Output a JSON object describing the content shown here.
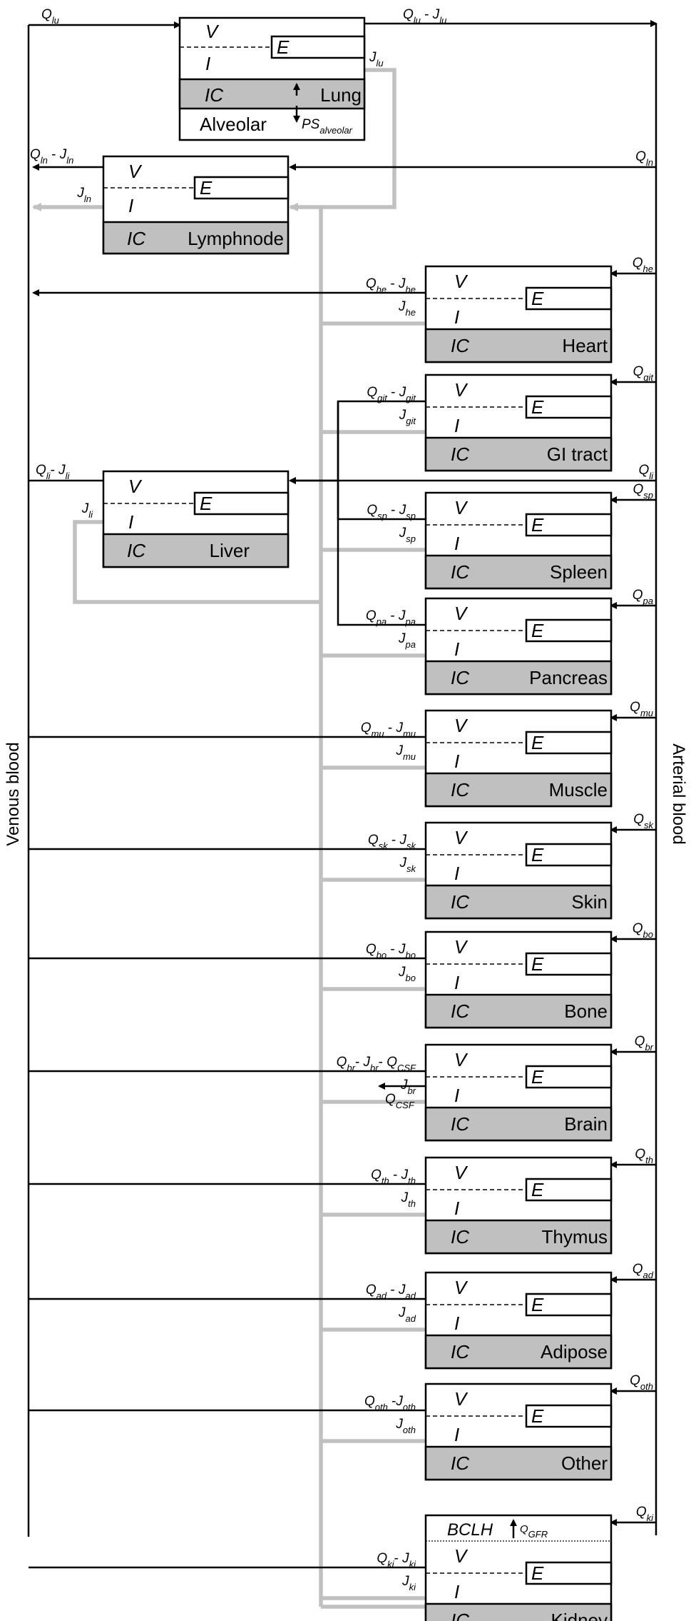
{
  "compartment_labels": {
    "vascular": "V",
    "interstitial": "I",
    "endosomal": "E",
    "intracellular": "IC"
  },
  "venous_label": "Venous blood",
  "arterial_label": "Arterial blood",
  "lung": {
    "name": "Lung",
    "alveolar": "Alveolar",
    "ps": {
      "base": "PS",
      "sub": "alveolar"
    },
    "q_in": {
      "base": "Q",
      "sub": "lu"
    },
    "q_out": {
      "b1": "Q",
      "s1": "lu",
      "mid": " - ",
      "b2": "J",
      "s2": "lu"
    },
    "j_out": {
      "base": "J",
      "sub": "lu"
    }
  },
  "lymphnode": {
    "name": "Lymphnode",
    "q_in": {
      "base": "Q",
      "sub": "ln"
    },
    "q_out": {
      "b1": "Q",
      "s1": "ln",
      "mid": " - ",
      "b2": "J",
      "s2": "ln"
    },
    "j_out": {
      "base": "J",
      "sub": "ln"
    }
  },
  "liver": {
    "name": "Liver",
    "q_in": {
      "base": "Q",
      "sub": "li"
    },
    "q_out": {
      "b1": "Q",
      "s1": "li",
      "mid": "- ",
      "b2": "J",
      "s2": "li"
    },
    "j_out": {
      "base": "J",
      "sub": "li"
    }
  },
  "organs": [
    {
      "key": "heart",
      "name": "Heart",
      "q": {
        "base": "Q",
        "sub": "he"
      },
      "qj": {
        "b1": "Q",
        "s1": "he",
        "mid": " - ",
        "b2": "J",
        "s2": "he"
      },
      "j": {
        "base": "J",
        "sub": "he"
      }
    },
    {
      "key": "git",
      "name": "GI tract",
      "q": {
        "base": "Q",
        "sub": "git"
      },
      "qj": {
        "b1": "Q",
        "s1": "git",
        "mid": " - ",
        "b2": "J",
        "s2": "git"
      },
      "j": {
        "base": "J",
        "sub": "git"
      }
    },
    {
      "key": "spleen",
      "name": "Spleen",
      "q": {
        "base": "Q",
        "sub": "sp"
      },
      "qj": {
        "b1": "Q",
        "s1": "sp",
        "mid": " - ",
        "b2": "J",
        "s2": "sp"
      },
      "j": {
        "base": "J",
        "sub": "sp"
      }
    },
    {
      "key": "pancreas",
      "name": "Pancreas",
      "q": {
        "base": "Q",
        "sub": "pa"
      },
      "qj": {
        "b1": "Q",
        "s1": "pa",
        "mid": " - ",
        "b2": "J",
        "s2": "pa"
      },
      "j": {
        "base": "J",
        "sub": "pa"
      }
    },
    {
      "key": "muscle",
      "name": "Muscle",
      "q": {
        "base": "Q",
        "sub": "mu"
      },
      "qj": {
        "b1": "Q",
        "s1": "mu",
        "mid": " - ",
        "b2": "J",
        "s2": "mu"
      },
      "j": {
        "base": "J",
        "sub": "mu"
      }
    },
    {
      "key": "skin",
      "name": "Skin",
      "q": {
        "base": "Q",
        "sub": "sk"
      },
      "qj": {
        "b1": "Q",
        "s1": "sk",
        "mid": " - ",
        "b2": "J",
        "s2": "sk"
      },
      "j": {
        "base": "J",
        "sub": "sk"
      }
    },
    {
      "key": "bone",
      "name": "Bone",
      "q": {
        "base": "Q",
        "sub": "bo"
      },
      "qj": {
        "b1": "Q",
        "s1": "bo",
        "mid": " - ",
        "b2": "J",
        "s2": "bo"
      },
      "j": {
        "base": "J",
        "sub": "bo"
      }
    },
    {
      "key": "brain",
      "name": "Brain",
      "q": {
        "base": "Q",
        "sub": "br"
      },
      "qj": {
        "b1": "Q",
        "s1": "br",
        "mid": "- ",
        "b2": "J",
        "s2": "br",
        "mid2": "- ",
        "b3": "Q",
        "s3": "CSF"
      },
      "j": {
        "base": "J",
        "sub": "br"
      },
      "csf": {
        "base": "Q",
        "sub": "CSF"
      }
    },
    {
      "key": "thymus",
      "name": "Thymus",
      "q": {
        "base": "Q",
        "sub": "th"
      },
      "qj": {
        "b1": "Q",
        "s1": "th",
        "mid": " - ",
        "b2": "J",
        "s2": "th"
      },
      "j": {
        "base": "J",
        "sub": "th"
      }
    },
    {
      "key": "adipose",
      "name": "Adipose",
      "q": {
        "base": "Q",
        "sub": "ad"
      },
      "qj": {
        "b1": "Q",
        "s1": "ad",
        "mid": " - ",
        "b2": "J",
        "s2": "ad"
      },
      "j": {
        "base": "J",
        "sub": "ad"
      }
    },
    {
      "key": "other",
      "name": "Other",
      "q": {
        "base": "Q",
        "sub": "oth"
      },
      "qj": {
        "b1": "Q",
        "s1": "oth",
        "mid": " -",
        "b2": "J",
        "s2": "oth"
      },
      "j": {
        "base": "J",
        "sub": "oth"
      }
    },
    {
      "key": "kidney",
      "name": "Kidney",
      "q": {
        "base": "Q",
        "sub": "ki"
      },
      "qj": {
        "b1": "Q",
        "s1": "ki",
        "mid": "- ",
        "b2": "J",
        "s2": "ki"
      },
      "j": {
        "base": "J",
        "sub": "ki"
      },
      "bclh": "BCLH",
      "gfr": {
        "base": "Q",
        "sub": "GFR"
      }
    }
  ]
}
